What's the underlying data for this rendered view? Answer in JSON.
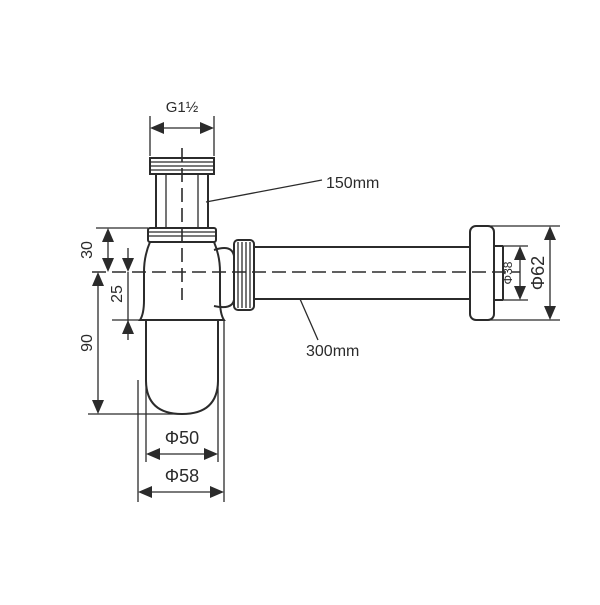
{
  "diagram": {
    "labels": {
      "thread": "G1½",
      "riser_length": "150mm",
      "arm_length": "300mm",
      "dim_30": "30",
      "dim_25": "25",
      "dim_90": "90",
      "dim_phi50": "Φ50",
      "dim_phi58": "Φ58",
      "dim_phi38": "Φ38",
      "dim_phi62": "Φ62"
    },
    "colors": {
      "line": "#2b2b2b",
      "background": "#ffffff"
    }
  }
}
